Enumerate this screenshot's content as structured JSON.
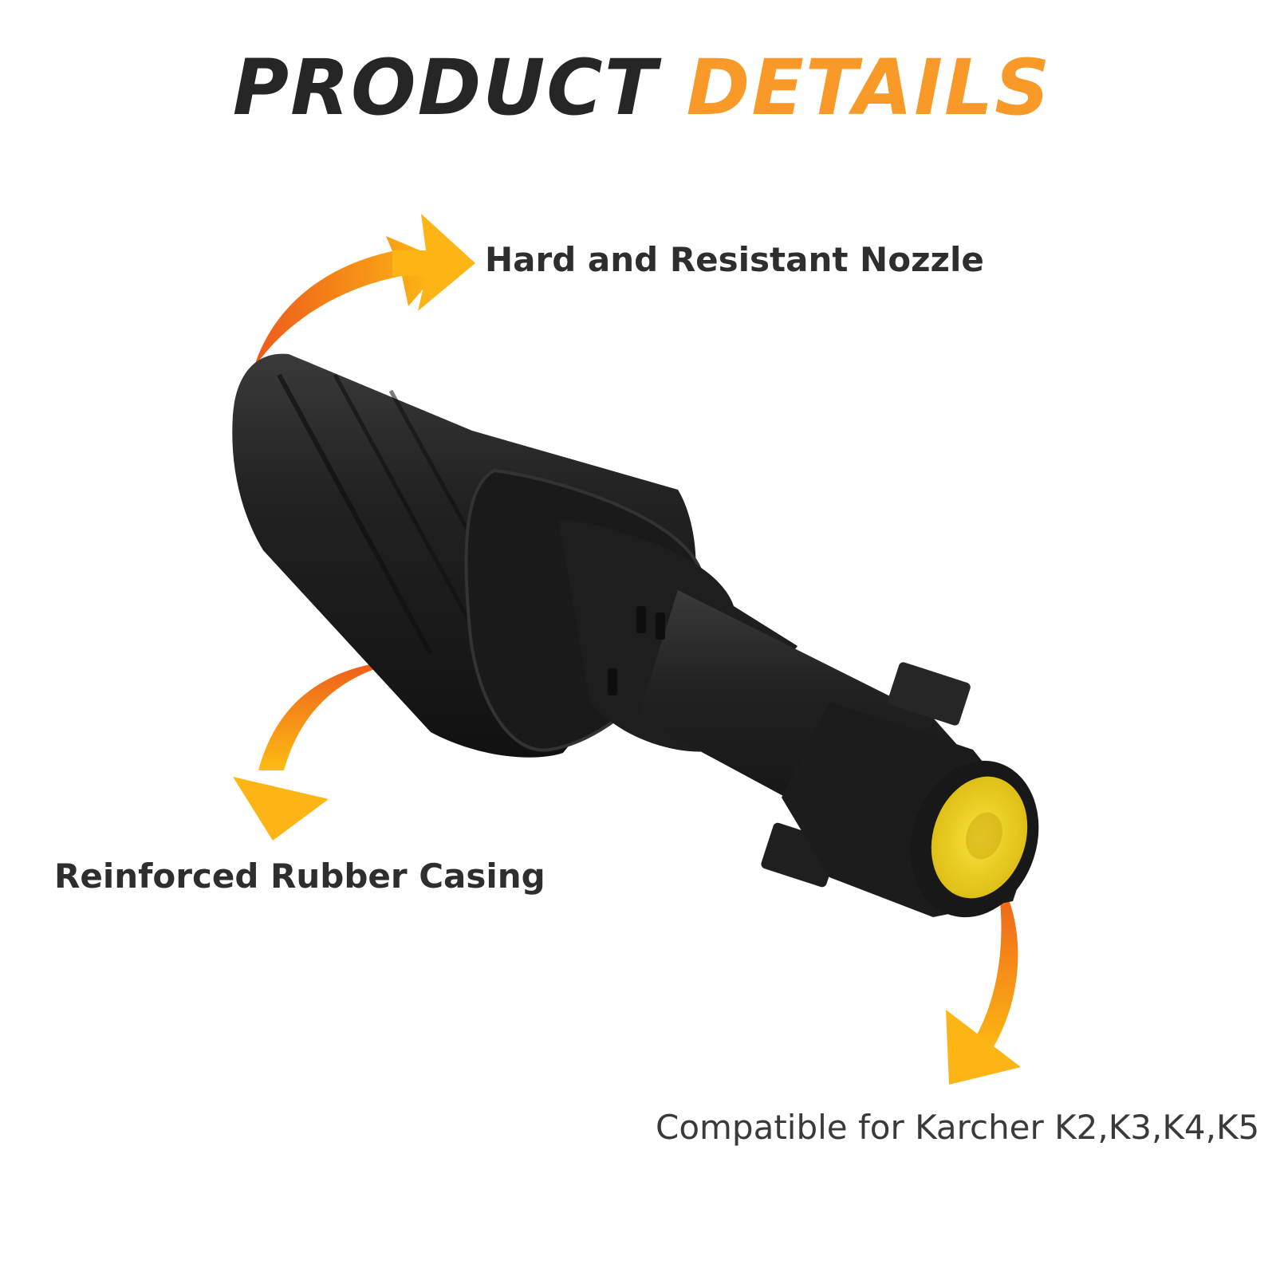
{
  "title": {
    "word1": "PRODUCT",
    "word2": "DETAILS"
  },
  "callouts": {
    "nozzle": "Hard and Resistant Nozzle",
    "casing": "Reinforced Rubber Casing",
    "compatibility": "Compatible for Karcher K2,K3,K4,K5"
  },
  "colors": {
    "title_dark": "#262626",
    "title_accent": "#f99a28",
    "arrow_start": "#ee5a1c",
    "arrow_end": "#fdbd12",
    "product_body": "#1c1c1c",
    "product_tip": "#f2d21a"
  }
}
